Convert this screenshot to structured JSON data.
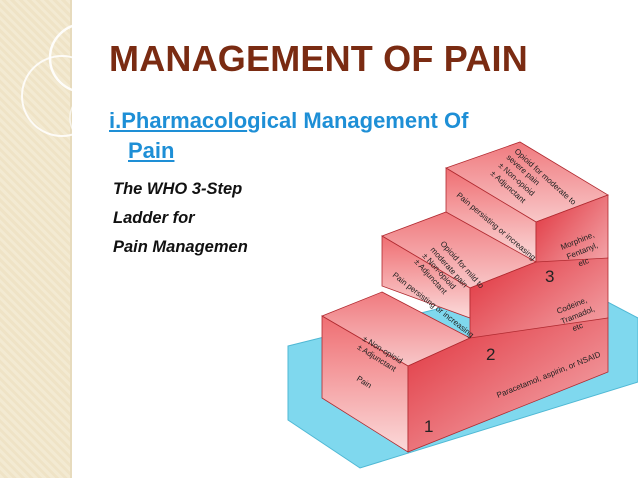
{
  "slide": {
    "title": "MANAGEMENT OF PAIN",
    "subtitle_part1": "i.Pharmacolo",
    "subtitle_part2": "gical Management Of",
    "subtitle_line2": "Pain",
    "body_lines": [
      "The WHO 3-Step",
      "Ladder for",
      "Pain Managemen"
    ]
  },
  "ladder": {
    "step1": {
      "number": "1",
      "top_lines": [
        "± Non-opioid",
        "± Adjunctant",
        "Pain"
      ],
      "front_label": "Paracetamol, aspirin, or NSAID",
      "riser_label": "Pain persisting or increasing"
    },
    "step2": {
      "number": "2",
      "top_lines": [
        "Opioid  for  mild  to",
        "moderate pain",
        "± Non-opioid",
        "± Adjunctant"
      ],
      "front_lines": [
        "Codeine,",
        "Tramadol,",
        "etc"
      ],
      "riser_label": "Pain persisting or increasing"
    },
    "step3": {
      "number": "3",
      "top_lines": [
        "Opioid for moderate to",
        "severe pain",
        "± Non-opioid",
        "± Adjunctant"
      ],
      "front_lines": [
        "Morphine,",
        "Fentanyl,",
        "etc"
      ]
    },
    "colors": {
      "accent_title": "#7a2b12",
      "link_blue": "#1e8fd6",
      "step_red": "#e8404a",
      "base_cyan": "#7fd8ee"
    }
  }
}
